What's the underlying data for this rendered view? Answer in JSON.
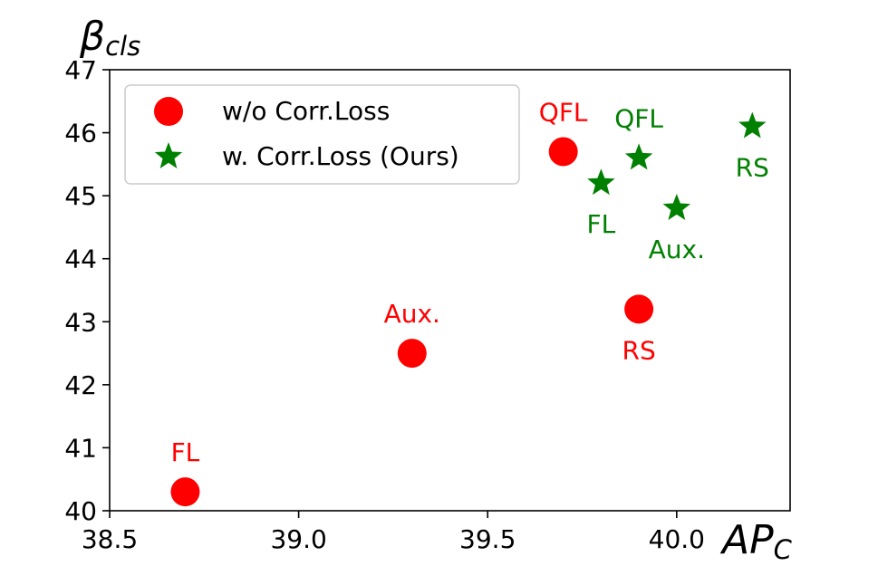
{
  "chart_data": {
    "type": "scatter",
    "xlabel": "AP",
    "xlabel_sub": "C",
    "ylabel": "β",
    "ylabel_sub": "cls",
    "xlim": [
      38.5,
      40.3
    ],
    "ylim": [
      40,
      47
    ],
    "xticks": [
      {
        "value": 38.5,
        "label": "38.5"
      },
      {
        "value": 39.0,
        "label": "39.0"
      },
      {
        "value": 39.5,
        "label": "39.5"
      },
      {
        "value": 40.0,
        "label": "40.0"
      }
    ],
    "yticks": [
      {
        "value": 40,
        "label": "40"
      },
      {
        "value": 41,
        "label": "41"
      },
      {
        "value": 42,
        "label": "42"
      },
      {
        "value": 43,
        "label": "43"
      },
      {
        "value": 44,
        "label": "44"
      },
      {
        "value": 45,
        "label": "45"
      },
      {
        "value": 46,
        "label": "46"
      },
      {
        "value": 47,
        "label": "47"
      }
    ],
    "grid": false,
    "legend_position": "top-left",
    "series": [
      {
        "name": "w/o Corr.Loss",
        "marker": "circle",
        "color": "#ff0000",
        "points": [
          {
            "x": 38.7,
            "y": 40.3,
            "label": "FL",
            "label_pos": "above"
          },
          {
            "x": 39.3,
            "y": 42.5,
            "label": "Aux.",
            "label_pos": "above"
          },
          {
            "x": 39.7,
            "y": 45.7,
            "label": "QFL",
            "label_pos": "above"
          },
          {
            "x": 39.9,
            "y": 43.2,
            "label": "RS",
            "label_pos": "below"
          }
        ]
      },
      {
        "name": "w. Corr.Loss (Ours)",
        "marker": "star",
        "color": "#008000",
        "points": [
          {
            "x": 39.8,
            "y": 45.2,
            "label": "FL",
            "label_pos": "below"
          },
          {
            "x": 39.9,
            "y": 45.6,
            "label": "QFL",
            "label_pos": "above"
          },
          {
            "x": 40.0,
            "y": 44.8,
            "label": "Aux.",
            "label_pos": "below"
          },
          {
            "x": 40.2,
            "y": 46.1,
            "label": "RS",
            "label_pos": "below"
          }
        ]
      }
    ]
  }
}
